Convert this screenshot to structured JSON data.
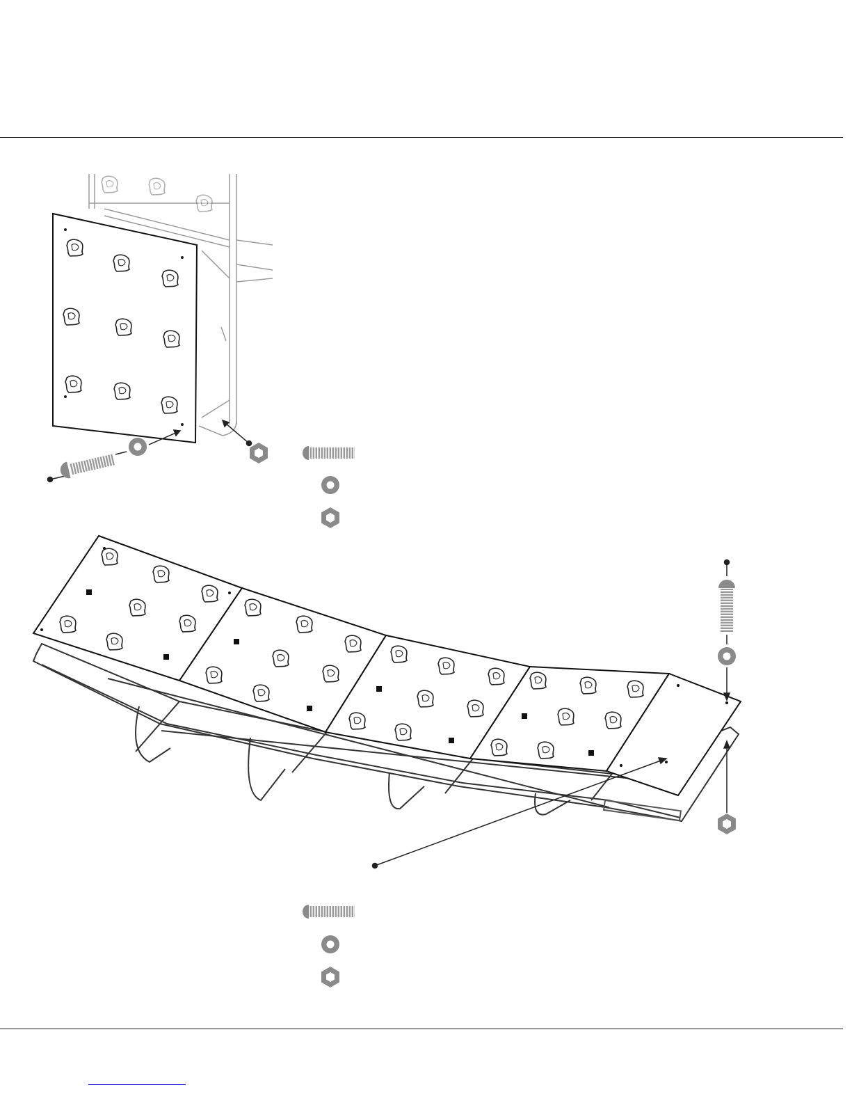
{
  "page": {
    "background": "#ffffff",
    "rule_color": "#1e1e1e",
    "link_color": "#2b2bd8",
    "hardware_color": "#8a8a8a"
  },
  "figures": [
    {
      "name": "upright-panel-attachment",
      "parts": [
        "panel-with-holds",
        "upright-frame",
        "bolt",
        "washer",
        "hex-nut"
      ],
      "hardware_legend": [
        "bolt-icon",
        "washer-icon",
        "nut-icon"
      ]
    },
    {
      "name": "ramp-panels-attachment",
      "panel_count": 5,
      "parts": [
        "ramp-frame",
        "panel-1",
        "panel-2",
        "panel-3",
        "panel-4",
        "panel-5",
        "bolt",
        "washer",
        "hex-nut"
      ],
      "hardware_legend": [
        "bolt-icon",
        "washer-icon",
        "nut-icon"
      ]
    }
  ]
}
